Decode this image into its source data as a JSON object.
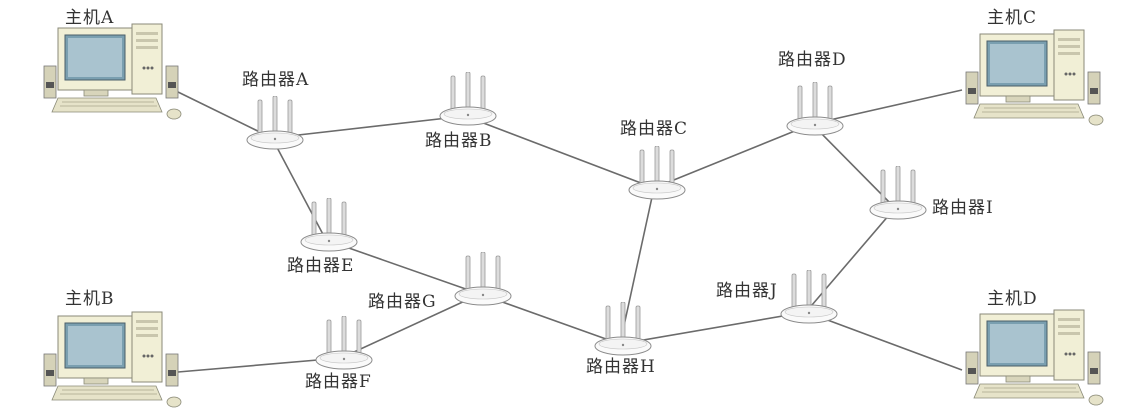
{
  "hosts": [
    {
      "id": "hostA",
      "label": "主机A"
    },
    {
      "id": "hostB",
      "label": "主机B"
    },
    {
      "id": "hostC",
      "label": "主机C"
    },
    {
      "id": "hostD",
      "label": "主机D"
    }
  ],
  "routers": [
    {
      "id": "rA",
      "label": "路由器A"
    },
    {
      "id": "rB",
      "label": "路由器B"
    },
    {
      "id": "rC",
      "label": "路由器C"
    },
    {
      "id": "rD",
      "label": "路由器D"
    },
    {
      "id": "rE",
      "label": "路由器E"
    },
    {
      "id": "rF",
      "label": "路由器F"
    },
    {
      "id": "rG",
      "label": "路由器G"
    },
    {
      "id": "rH",
      "label": "路由器H"
    },
    {
      "id": "rI",
      "label": "路由器I"
    },
    {
      "id": "rJ",
      "label": "路由器J"
    }
  ],
  "links": [
    [
      "hostA",
      "rA"
    ],
    [
      "rA",
      "rB"
    ],
    [
      "rB",
      "rC"
    ],
    [
      "rC",
      "rD"
    ],
    [
      "rD",
      "hostC"
    ],
    [
      "rD",
      "rI"
    ],
    [
      "rI",
      "rJ"
    ],
    [
      "rJ",
      "hostD"
    ],
    [
      "rA",
      "rE"
    ],
    [
      "rE",
      "rG"
    ],
    [
      "rG",
      "rF"
    ],
    [
      "rF",
      "hostB"
    ],
    [
      "rG",
      "rH"
    ],
    [
      "rC",
      "rH"
    ],
    [
      "rH",
      "rJ"
    ]
  ],
  "colors": {
    "link": "#6b6b6b",
    "case": "#f1efd6",
    "screen": "#7a9fb0",
    "router": "#f4f4f4",
    "label": "#333333"
  }
}
